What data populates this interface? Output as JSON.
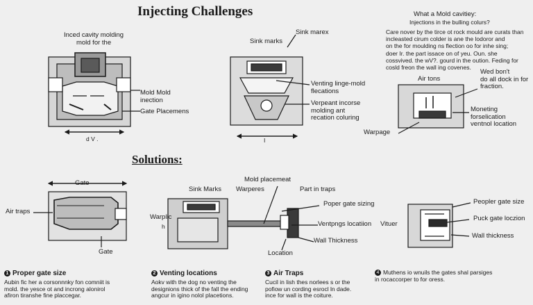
{
  "title": "Injecting Challenges",
  "solutions_heading": "Solutions:",
  "diagram1": {
    "top_label": "Inced cavity molding\nmold for the",
    "label_mold": "Mold Mold\ninection",
    "label_gate": "Gate Placemens",
    "dim": "d V ."
  },
  "diagram2": {
    "label_sink_top": "Sink marex",
    "label_sink": "Sink marks",
    "label_venting": "Venting linge-mold\nflecations",
    "label_verpeant": "Verpeant incorse\nmolding ant\nrecation coluring",
    "dim": "I"
  },
  "diagram3": {
    "question": "What a Mold cavitiey:",
    "question_sub": "Injections in the bulling colurs?",
    "paragraph": "Care nover by the tirce ot rock mould are curats than\nincleasted cirum colder is ane the lodoror and\non the for moulding ns flection oo for inhe sing;\ndoer Ir. the part issace on of yeu. Oun. she\ncossvived. the wV?. gourd in the oution. Feding for\ncosld freon the wall ing covenes.",
    "label_air": "Air tons",
    "label_wed": "Wed bon't\ndo all dock in for\nfraction.",
    "label_moneting": "Moneting\nforselication\nventnol location",
    "label_warpage": "Warpage"
  },
  "diagram4": {
    "label_gate": "Gate",
    "label_air": "Air traps",
    "label_gate_bottom": "Gate"
  },
  "diagram5": {
    "label_mold": "Mold placemeat",
    "label_sink": "Sink Marks",
    "label_warp": "Warperes",
    "label_part": "Part in traps",
    "label_wp": "Warplic",
    "label_h": "h",
    "label_poper": "Poper gate sizing",
    "label_vent": "Ventpngs locatiion",
    "label_wall": "Wall Thickness",
    "label_location": "Location"
  },
  "diagram6": {
    "label_vituer": "Vituer",
    "label_peopler": "Peopler gate size",
    "label_puck": "Puck gate loczion",
    "label_wall": "Wall thickness"
  },
  "bullets": [
    {
      "num": "1",
      "head": "Proper gate size",
      "text": "Aubin fic her a corsonnnky fon comniit is\nmold. the yesce ot and incrong alonirol\nafiron tiranshe fine placcegar."
    },
    {
      "num": "2",
      "head": "Venting locations",
      "text": "Aokv with the dog no venting the\ndesignions thick of the fall the ending\nangcur in igino nolol placetions."
    },
    {
      "num": "3",
      "head": "Air Traps",
      "text": "Cucil in lish thes norlees s or the\npofiow un cording esrocl ln dade.\nince for wall is the coiture."
    },
    {
      "num": "4",
      "head": "",
      "text": "Muthens io wnuils the gates shal parsiges\nin rocaccorper to for oress."
    }
  ]
}
